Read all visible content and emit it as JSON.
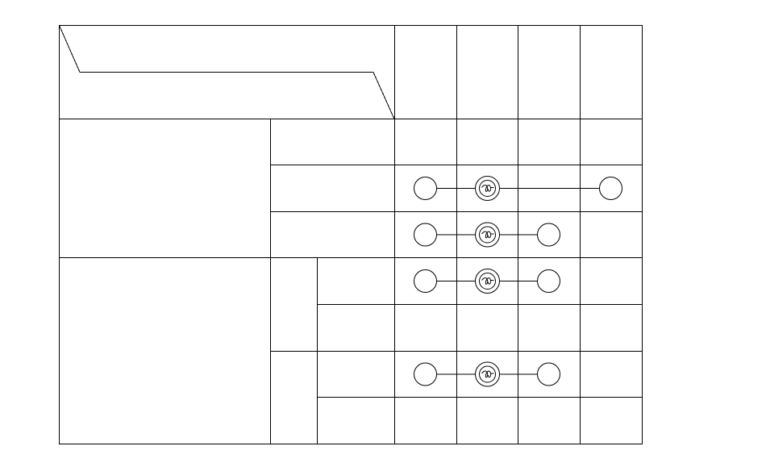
{
  "diagram": {
    "kind": "relationship-matrix",
    "line_color": "#000000",
    "background_color": "#ffffff",
    "group_marker": "circle",
    "anchor_marker": "double-circle-with-loop",
    "columns": 4,
    "rows": 7,
    "links": [
      {
        "row": 1,
        "members": [
          0,
          1,
          3
        ],
        "anchor": 1
      },
      {
        "row": 2,
        "members": [
          0,
          1,
          2
        ],
        "anchor": 1
      },
      {
        "row": 3,
        "members": [
          0,
          1,
          2
        ],
        "anchor": 1
      },
      {
        "row": 5,
        "members": [
          0,
          1,
          2
        ],
        "anchor": 1
      }
    ]
  }
}
